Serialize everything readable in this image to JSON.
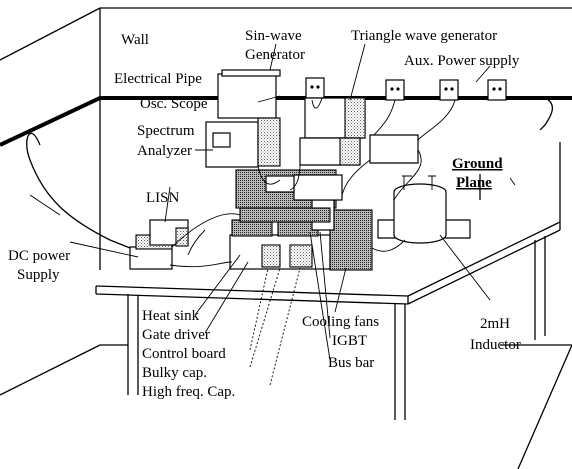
{
  "labels": {
    "wall": "Wall",
    "electrical_pipe": "Electrical Pipe",
    "sin_wave_l1": "Sin-wave",
    "sin_wave_l2": "Generator",
    "triangle": "Triangle wave generator",
    "aux_power": "Aux. Power supply",
    "osc_scope": "Osc. Scope",
    "spectrum_l1": "Spectrum",
    "spectrum_l2": "Analyzer",
    "ground_l1": "Ground",
    "ground_l2": "Plane",
    "lisn": "LISN",
    "dc_l1": "DC power",
    "dc_l2": "Supply",
    "heat_sink": "Heat sink",
    "gate_driver": "Gate driver",
    "control_board": "Control board",
    "bulky_cap": "Bulky cap.",
    "high_freq_cap": "High freq. Cap.",
    "cooling_fans": "Cooling fans",
    "igbt": "IGBT",
    "bus_bar": "Bus bar",
    "inductor_l1": "2mH",
    "inductor_l2": "Inductor"
  }
}
